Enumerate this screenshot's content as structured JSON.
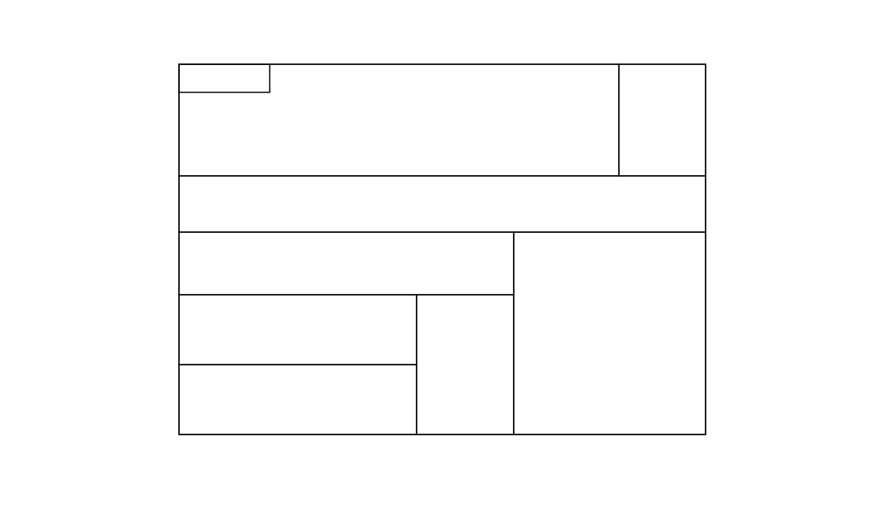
{
  "diagram": {
    "background_color": "#ffffff",
    "line_color": "#000000",
    "regions": [
      {
        "name": "outer-frame"
      },
      {
        "name": "top-left-tab"
      },
      {
        "name": "top-main-region"
      },
      {
        "name": "top-right-region"
      },
      {
        "name": "middle-band"
      },
      {
        "name": "lower-left-upper-region"
      },
      {
        "name": "lower-left-mid-region"
      },
      {
        "name": "lower-left-bottom-region"
      },
      {
        "name": "lower-center-region"
      },
      {
        "name": "lower-right-region"
      }
    ]
  }
}
